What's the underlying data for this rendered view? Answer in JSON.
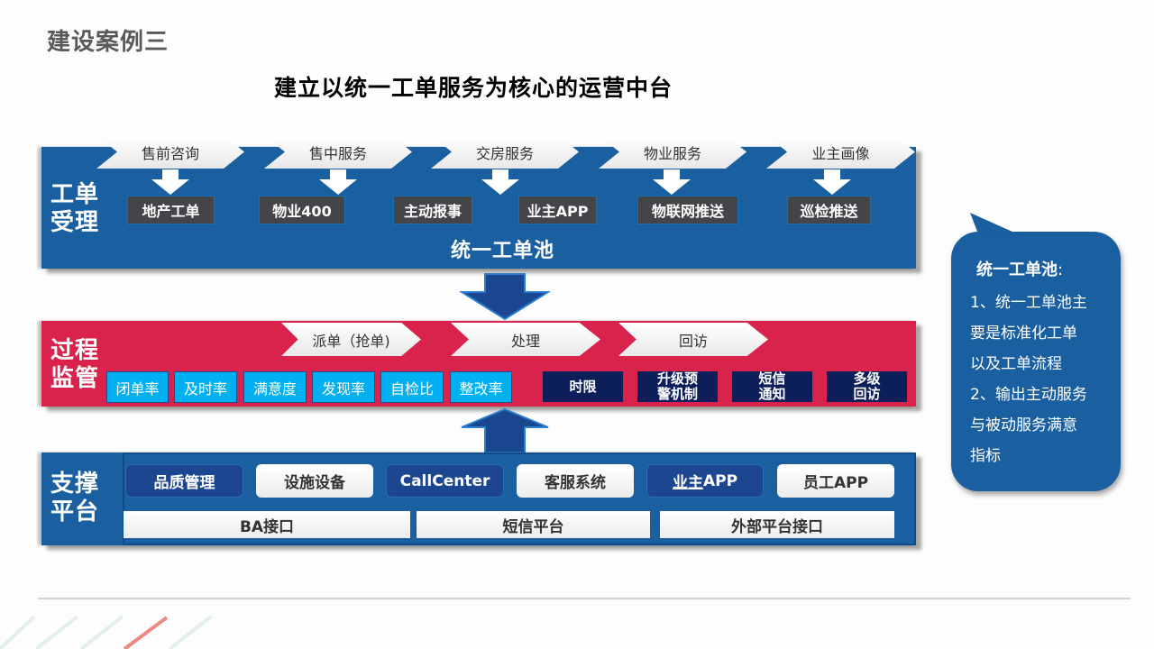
{
  "page_title": "建设案例三",
  "main_title": "建立以统一工单服务为核心的运营中台",
  "intake": {
    "label_line1": "工单",
    "label_line2": "受理",
    "stages": [
      "售前咨询",
      "售中服务",
      "交房服务",
      "物业服务",
      "业主画像"
    ],
    "channels": [
      "地产工单",
      "物业400",
      "主动报事",
      "业主APP",
      "物联网推送",
      "巡检推送"
    ],
    "pool_label": "统一工单池"
  },
  "supervision": {
    "label_line1": "过程",
    "label_line2": "监管",
    "steps": [
      "派单（抢单)",
      "处理",
      "回访"
    ],
    "metrics": [
      "闭单率",
      "及时率",
      "满意度",
      "发现率",
      "自检比",
      "整改率"
    ],
    "mechanisms": [
      {
        "line1": "时限",
        "line2": ""
      },
      {
        "line1": "升级预",
        "line2": "警机制"
      },
      {
        "line1": "短信",
        "line2": "通知"
      },
      {
        "line1": "多级",
        "line2": "回访"
      }
    ]
  },
  "support": {
    "label_line1": "支撑",
    "label_line2": "平台",
    "systems": [
      {
        "label": "品质管理",
        "style": "dark"
      },
      {
        "label": "设施设备",
        "style": "light"
      },
      {
        "label": "CallCenter",
        "style": "dark"
      },
      {
        "label": "客服系统",
        "style": "light"
      },
      {
        "label_underlined": "业主",
        "label_rest": "APP",
        "style": "dark"
      },
      {
        "label": "员工APP",
        "style": "light"
      }
    ],
    "interfaces": [
      "BA接口",
      "短信平台",
      "外部平台接口"
    ]
  },
  "callout": {
    "title": "统一工单池",
    "colon": ":",
    "lines": [
      "1、统一工单池主",
      "要是标准化工单",
      "以及工单流程",
      "2、输出主动服务",
      "与被动服务满意",
      "指标"
    ]
  },
  "colors": {
    "panel_blue": "#1a5fa0",
    "panel_red": "#d9224c",
    "metric_cyan": "#00b0f0",
    "mechanism_navy": "#0c1f5b",
    "channel_gray": "#434549",
    "system_dark": "#1d4690"
  }
}
